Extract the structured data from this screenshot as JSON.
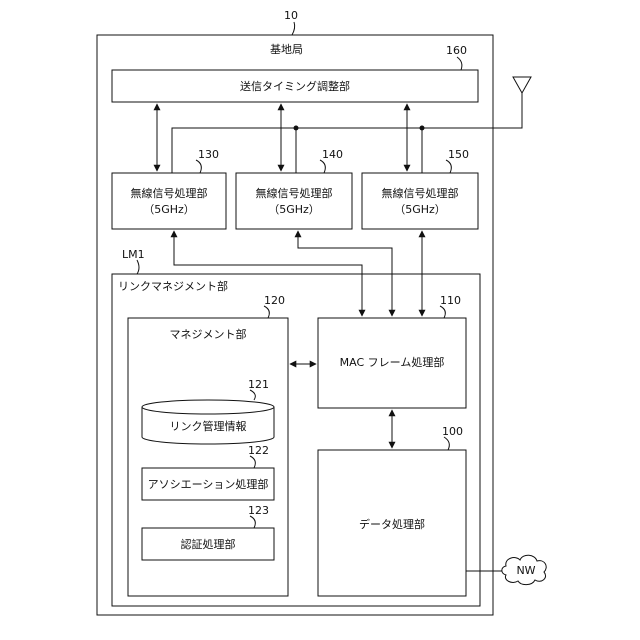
{
  "refs": {
    "base_station": "10",
    "timing": "160",
    "radio1": "130",
    "radio2": "140",
    "radio3": "150",
    "link_mgmt": "LM1",
    "mgmt": "120",
    "mac": "110",
    "link_info": "121",
    "assoc": "122",
    "auth": "123",
    "data": "100"
  },
  "labels": {
    "base_station": "基地局",
    "timing": "送信タイミング調整部",
    "radio_name": "無線信号処理部",
    "radio_band": "（5GHz）",
    "link_mgmt": "リンクマネジメント部",
    "mgmt": "マネジメント部",
    "mac": "MAC フレーム処理部",
    "link_info": "リンク管理情報",
    "assoc": "アソシエーション処理部",
    "auth": "認証処理部",
    "data": "データ処理部",
    "network": "NW"
  }
}
